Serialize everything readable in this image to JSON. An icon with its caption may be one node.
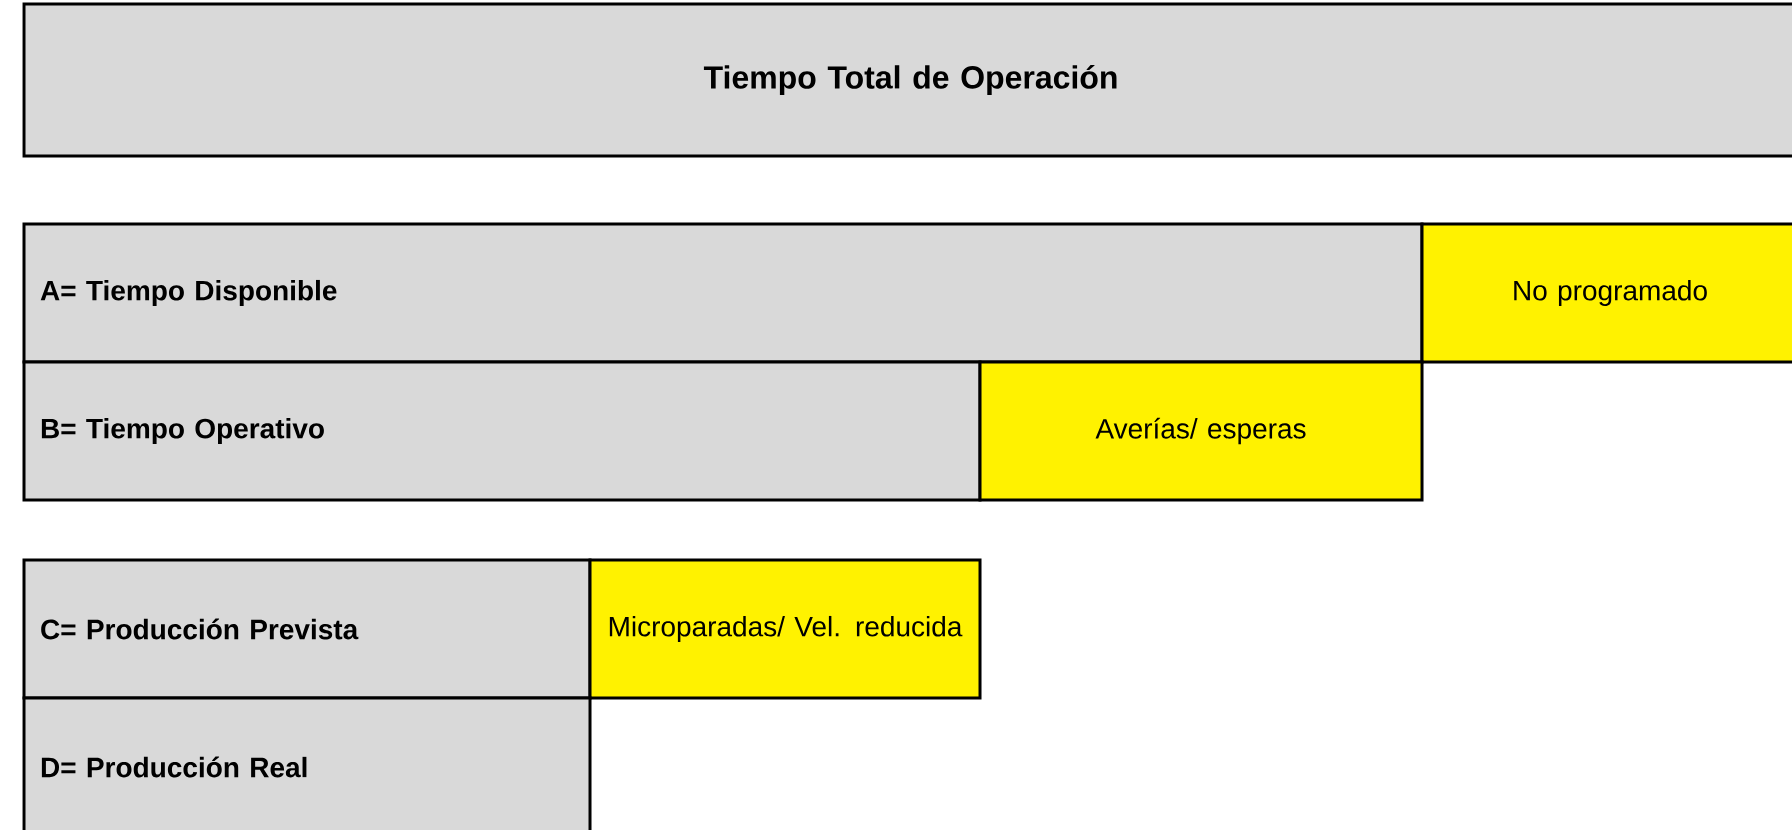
{
  "diagram": {
    "nodes": [
      {
        "text": [
          "Tiempo Total de Operación"
        ]
      },
      {
        "text": [
          "A= Tiempo Disponible"
        ]
      },
      {
        "text": [
          "No programado"
        ]
      },
      {
        "text": [
          "B= Tiempo Operativo"
        ]
      },
      {
        "text": [
          "Averías/ esperas"
        ]
      },
      {
        "text": [
          "C= Producción Prevista"
        ]
      },
      {
        "text": [
          "Microparadas/ Vel. reducida"
        ]
      },
      {
        "text": [
          "D=  Producción Real"
        ]
      }
    ]
  }
}
